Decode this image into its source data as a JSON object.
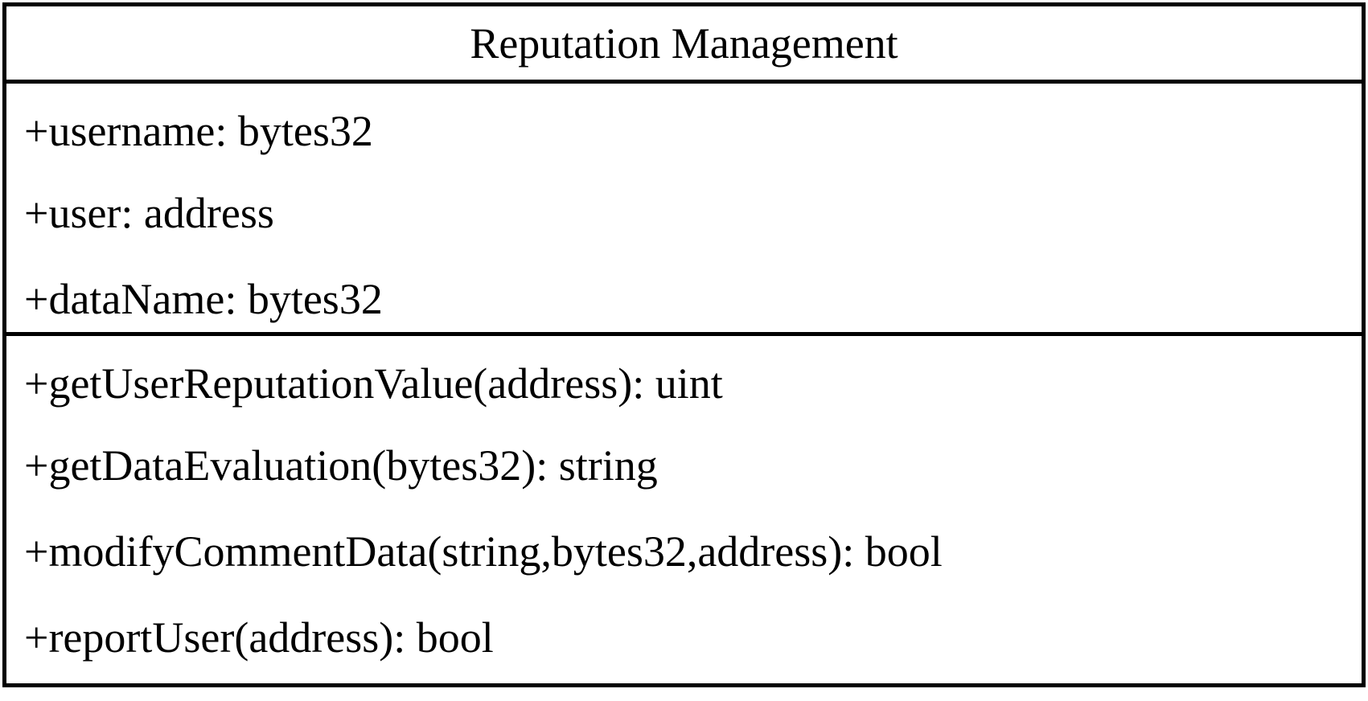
{
  "uml_class": {
    "name": "Reputation Management",
    "attributes": [
      "+username: bytes32",
      "+user: address",
      "+dataName: bytes32"
    ],
    "operations": [
      "+getUserReputationValue(address): uint",
      "+getDataEvaluation(bytes32): string",
      "+modifyCommentData(string,bytes32,address): bool",
      "+reportUser(address): bool"
    ]
  }
}
